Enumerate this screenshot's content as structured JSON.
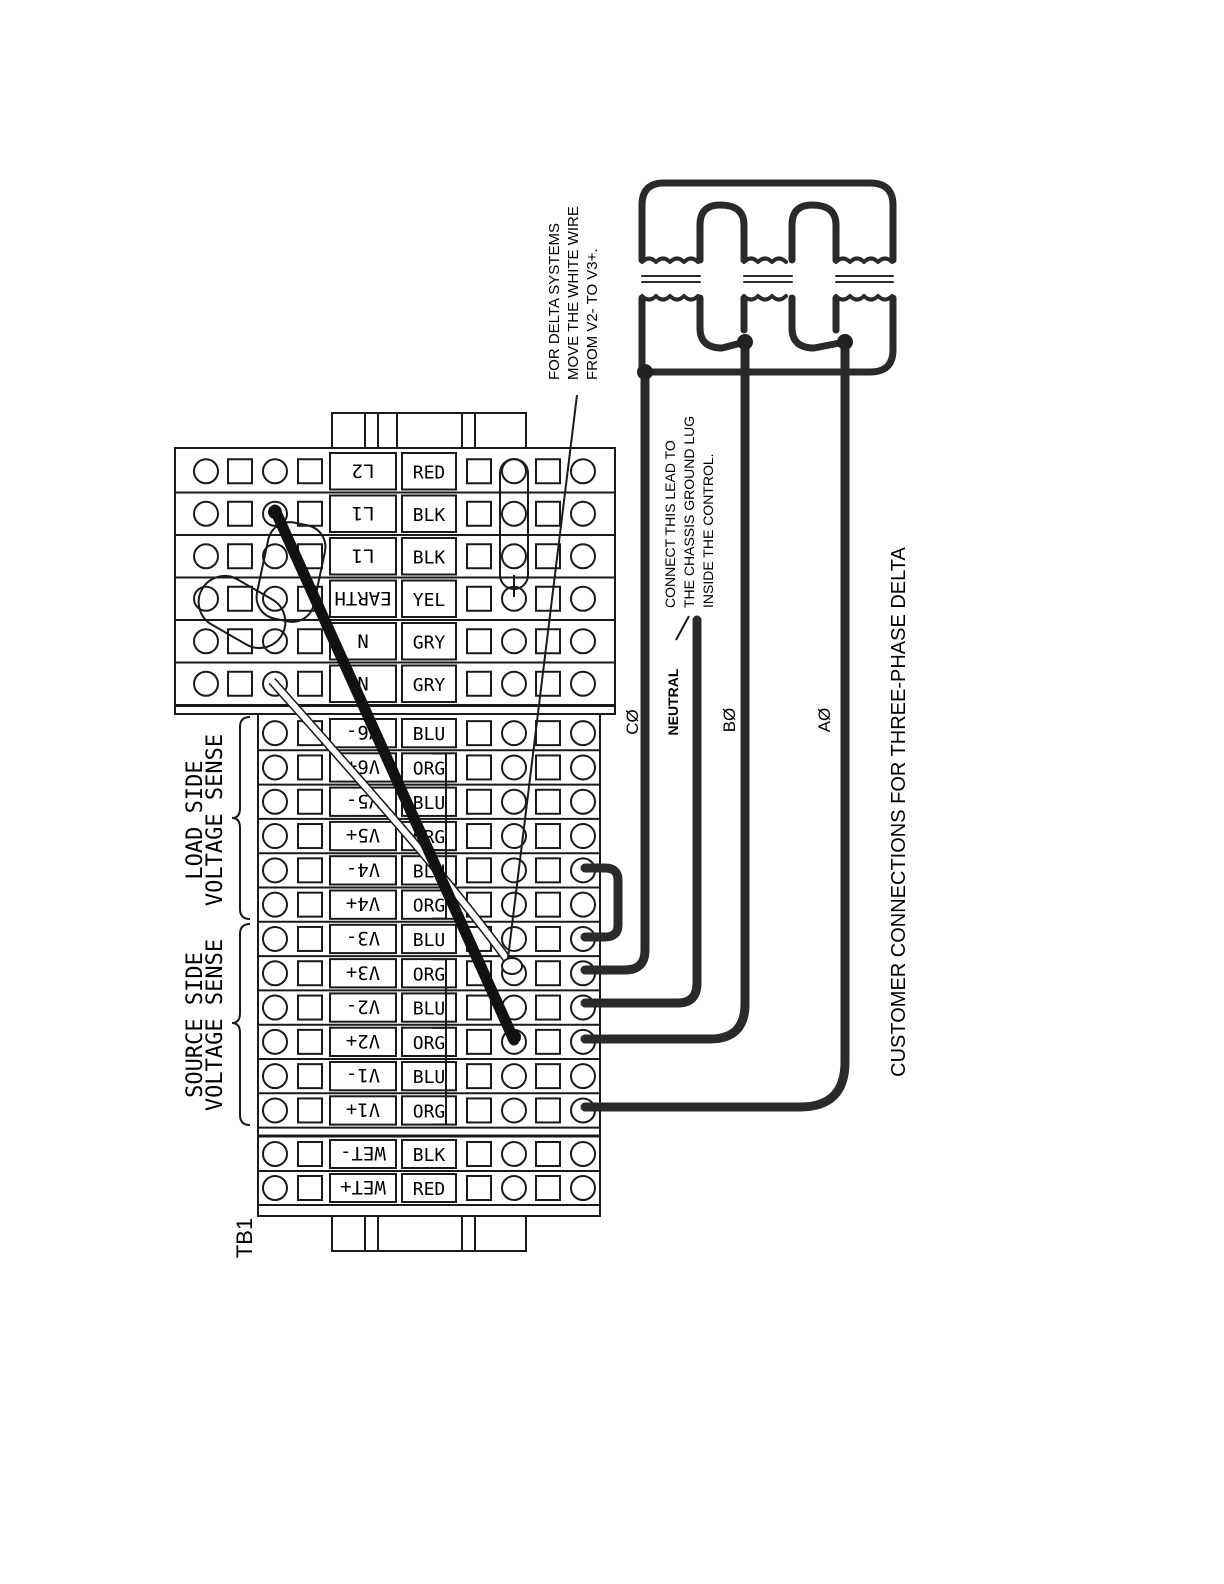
{
  "terminal_block": {
    "name": "TB1",
    "upper_rows": [
      {
        "terminal": "L2",
        "wire": "RED"
      },
      {
        "terminal": "L1",
        "wire": "BLK"
      },
      {
        "terminal": "L1",
        "wire": "BLK"
      },
      {
        "terminal": "EARTH",
        "wire": "YEL"
      },
      {
        "terminal": "N",
        "wire": "GRY"
      },
      {
        "terminal": "N",
        "wire": "GRY"
      }
    ],
    "lower_rows": [
      {
        "terminal": "V6-",
        "wire": "BLU"
      },
      {
        "terminal": "V6+",
        "wire": "ORG"
      },
      {
        "terminal": "V5-",
        "wire": "BLU"
      },
      {
        "terminal": "V5+",
        "wire": "ORG"
      },
      {
        "terminal": "V4-",
        "wire": "BLU"
      },
      {
        "terminal": "V4+",
        "wire": "ORG"
      },
      {
        "terminal": "V3-",
        "wire": "BLU"
      },
      {
        "terminal": "V3+",
        "wire": "ORG"
      },
      {
        "terminal": "V2-",
        "wire": "BLU"
      },
      {
        "terminal": "V2+",
        "wire": "ORG"
      },
      {
        "terminal": "V1-",
        "wire": "BLU"
      },
      {
        "terminal": "V1+",
        "wire": "ORG"
      },
      {
        "terminal": "WET-",
        "wire": "BLK"
      },
      {
        "terminal": "WET+",
        "wire": "RED"
      }
    ]
  },
  "labels": {
    "load_side_1": "LOAD SIDE",
    "load_side_2": "VOLTAGE SENSE",
    "source_side_1": "SOURCE SIDE",
    "source_side_2": "VOLTAGE SENSE",
    "c_phase": "CØ",
    "neutral": "NEUTRAL",
    "b_phase": "BØ",
    "a_phase": "AØ",
    "customer_connections": "CUSTOMER CONNECTIONS FOR THREE-PHASE DELTA"
  },
  "notes": {
    "delta_line1": "FOR DELTA SYSTEMS",
    "delta_line2": "MOVE THE WHITE WIRE",
    "delta_line3": "FROM V2- TO V3+.",
    "ground_line1": "CONNECT THIS LEAD TO",
    "ground_line2": "THE CHASSIS GROUND LUG",
    "ground_line3": "INSIDE THE CONTROL."
  }
}
